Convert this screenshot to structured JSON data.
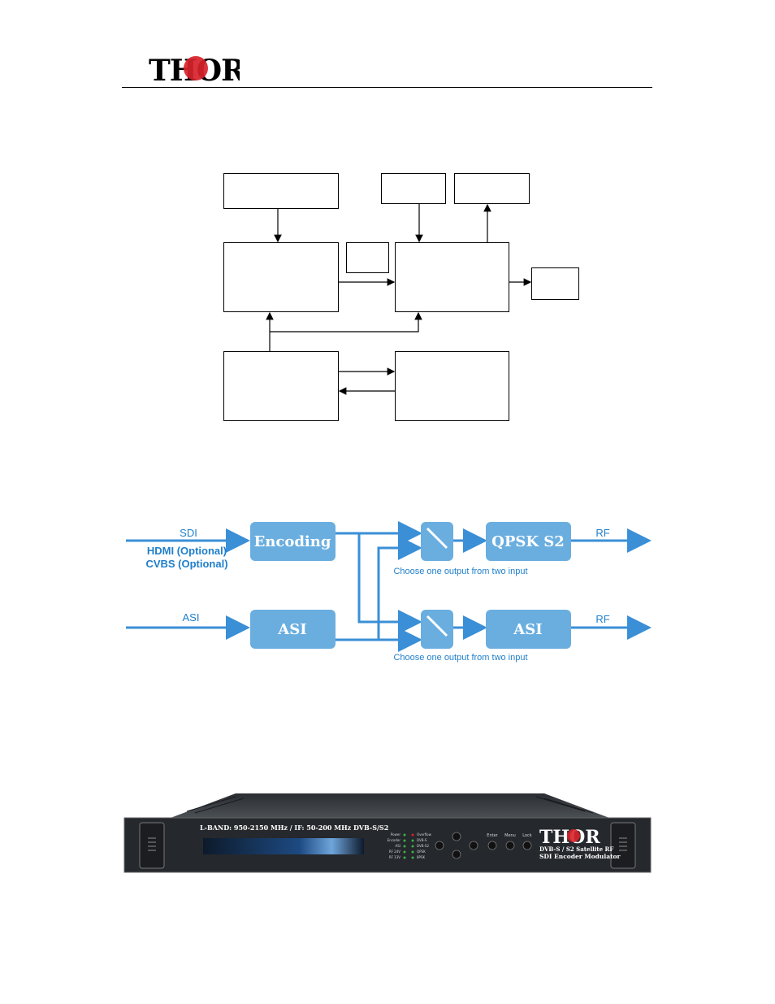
{
  "header": {
    "logo_text": "THOR"
  },
  "flow": {
    "inputs": {
      "sdi": "SDI",
      "hdmi": "HDMI (Optional)",
      "cvbs": "CVBS (Optional)",
      "asi": "ASI"
    },
    "blocks": {
      "encoding": "Encoding",
      "asi_in": "ASI",
      "qpsk": "QPSK S2",
      "asi_out": "ASI"
    },
    "outputs": {
      "rf_top": "RF",
      "rf_bottom": "RF"
    },
    "switch_notes": {
      "top": "Choose one output from two input",
      "bottom": "Choose one output from two input"
    },
    "colors": {
      "block_fill": "#6aaee0",
      "line": "#3a8fd6",
      "text": "#1f7fcb"
    }
  },
  "device": {
    "band_text": "L-BAND: 950-2150 MHz  /  IF:  50-200 MHz  DVB-S/S2",
    "brand": "THOR",
    "model_line1": "DVB-S / S2 Satellite RF",
    "model_line2": "SDI Encoder Modulator",
    "led_labels_left": [
      "Power",
      "Encoder",
      "ASI",
      "RF 24V",
      "RF 13V"
    ],
    "led_labels_right": [
      "Overflow",
      "DVB-S",
      "DVB-S2",
      "QPSK",
      "8PSK"
    ],
    "button_labels": [
      "Enter",
      "Menu",
      "Lock"
    ]
  }
}
